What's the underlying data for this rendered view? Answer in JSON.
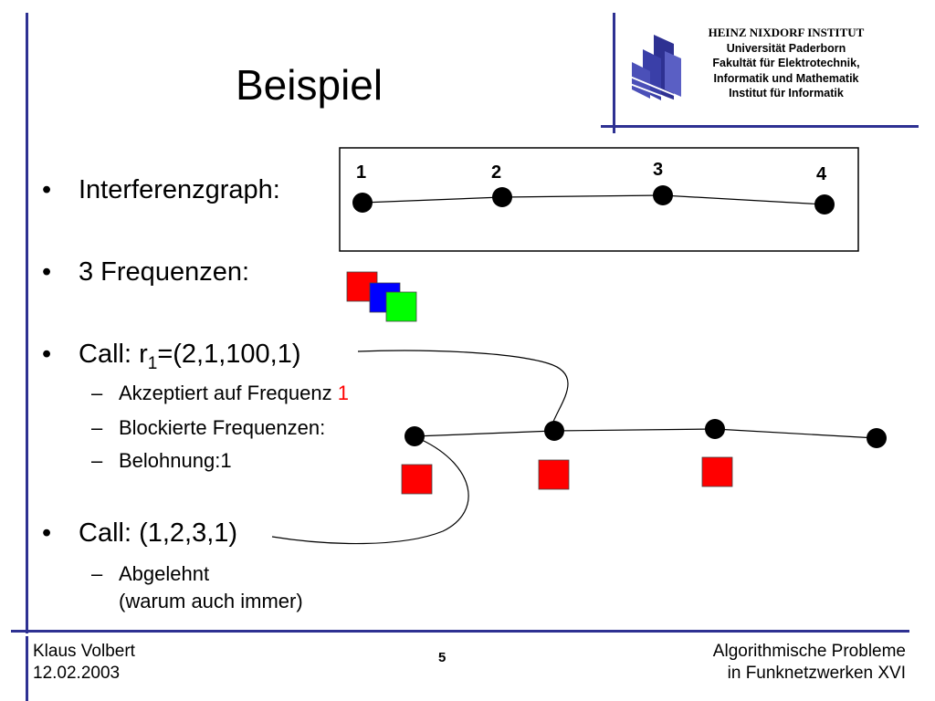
{
  "title": "Beispiel",
  "institute": {
    "lines": [
      "HEINZ NIXDORF INSTITUT",
      "Universität Paderborn",
      "Fakultät für Elektrotechnik,",
      "Informatik und Mathematik",
      "Institut für Informatik"
    ]
  },
  "bullets": {
    "interferenzgraph": "Interferenzgraph:",
    "frequenzen": "3 Frequenzen:",
    "call1_prefix": "Call: r",
    "call1_sub": "1",
    "call1_suffix": "=(2,1,100,1)",
    "akzeptiert": "Akzeptiert auf Frequenz ",
    "akzeptiert_value": "1",
    "blockierte": "Blockierte Frequenzen:",
    "belohnung": "Belohnung:1",
    "call2": "Call: (1,2,3,1)",
    "abgelehnt": "Abgelehnt",
    "warum": "(warum auch immer)",
    "bullet_symbol": "•",
    "dash_symbol": "–"
  },
  "graph": {
    "node_labels": [
      "1",
      "2",
      "3",
      "4"
    ]
  },
  "footer": {
    "author": "Klaus Volbert",
    "date": "12.02.2003",
    "page": "5",
    "course_line1": "Algorithmische Probleme",
    "course_line2": "in Funknetzwerken XVI"
  },
  "colors": {
    "frame_blue": "#2e3192",
    "freq_red": "#ff0000",
    "freq_blue": "#0000ff",
    "freq_green": "#00ff00"
  }
}
